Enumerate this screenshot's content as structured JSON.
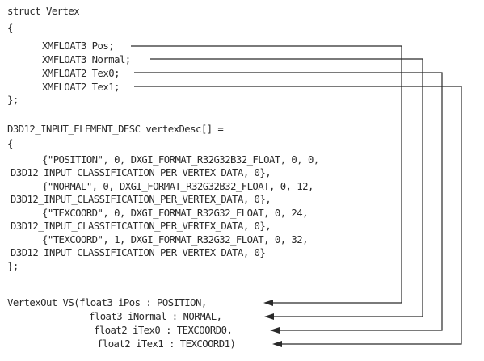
{
  "code": {
    "struct_header": "struct Vertex",
    "struct_open": "{",
    "field_pos": "XMFLOAT3 Pos;",
    "field_normal": "XMFLOAT3 Normal;",
    "field_tex0": "XMFLOAT2 Tex0;",
    "field_tex1": "XMFLOAT2 Tex1;",
    "struct_close": "};",
    "desc_header": "D3D12_INPUT_ELEMENT_DESC vertexDesc[] =",
    "desc_open": "{",
    "desc_position_a": "{\"POSITION\", 0, DXGI_FORMAT_R32G32B32_FLOAT, 0, 0,",
    "desc_position_b": "D3D12_INPUT_CLASSIFICATION_PER_VERTEX_DATA, 0},",
    "desc_normal_a": "{\"NORMAL\", 0, DXGI_FORMAT_R32G32B32_FLOAT, 0, 12,",
    "desc_normal_b": "D3D12_INPUT_CLASSIFICATION_PER_VERTEX_DATA, 0},",
    "desc_tex0_a": "{\"TEXCOORD\", 0, DXGI_FORMAT_R32G32_FLOAT, 0, 24,",
    "desc_tex0_b": "D3D12_INPUT_CLASSIFICATION_PER_VERTEX_DATA, 0},",
    "desc_tex1_a": "{\"TEXCOORD\", 1, DXGI_FORMAT_R32G32_FLOAT, 0, 32,",
    "desc_tex1_b": "D3D12_INPUT_CLASSIFICATION_PER_VERTEX_DATA, 0}",
    "desc_close": "};",
    "vs_line1": "VertexOut VS(float3 iPos : POSITION,",
    "vs_line2": "float3 iNormal : NORMAL,",
    "vs_line3": "float2 iTex0 : TEXCOORD0,",
    "vs_line4": "float2 iTex1 : TEXCOORD1)"
  },
  "colors": {
    "text": "#2b2b2b",
    "connector": "#2a2a2a",
    "background": "#ffffff"
  }
}
